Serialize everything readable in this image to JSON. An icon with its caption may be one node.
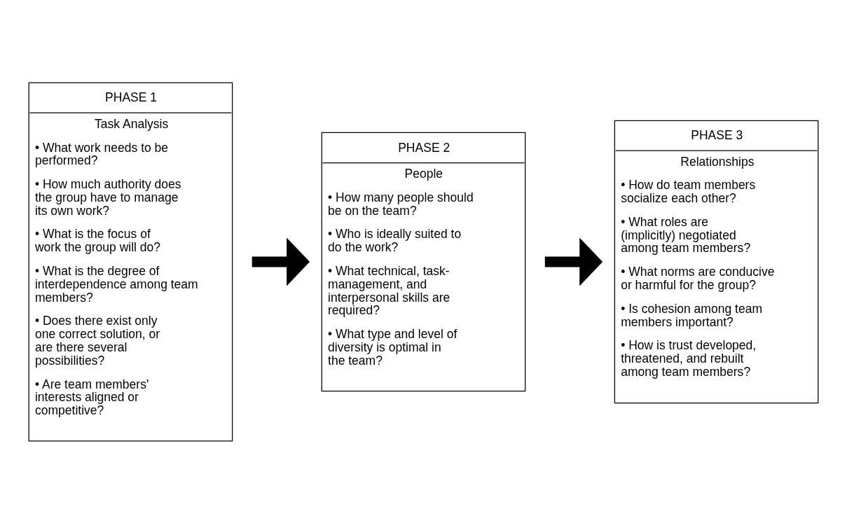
{
  "diagram": {
    "nodes": [
      {
        "text": [
          "PHASE 1",
          "Task Analysis",
          "• What work needs to be performed?",
          "• How much authority does the group have to manage its own work?",
          "• What is the focus of work the group will do?",
          "• What is the degree of interdependence among team members?",
          "• Does there exist only one correct solution, or are there several possibilities?",
          "• Are team members' interests aligned or competitive?"
        ]
      },
      {
        "text": [
          "PHASE 2",
          "People",
          "• How many people should be on the team?",
          "• Who is ideally suited to do the work?",
          "• What technical, task-management, and interpersonal skills are required?",
          "• What type and level of diversity is optimal in the team?"
        ]
      },
      {
        "text": [
          "PHASE 3",
          "Relationships",
          "• How do team members socialize each other?",
          "• What roles are (implicitly) negotiated among team members?",
          "• What norms are conducive or harmful for the group?",
          "• Is cohesion among team members important?",
          "• How is trust developed, threatened, and rebuilt among team members?"
        ]
      }
    ],
    "edges": [
      {
        "from": 0,
        "to": 1,
        "arrow": "to"
      },
      {
        "from": 1,
        "to": 2,
        "arrow": "to"
      }
    ]
  }
}
